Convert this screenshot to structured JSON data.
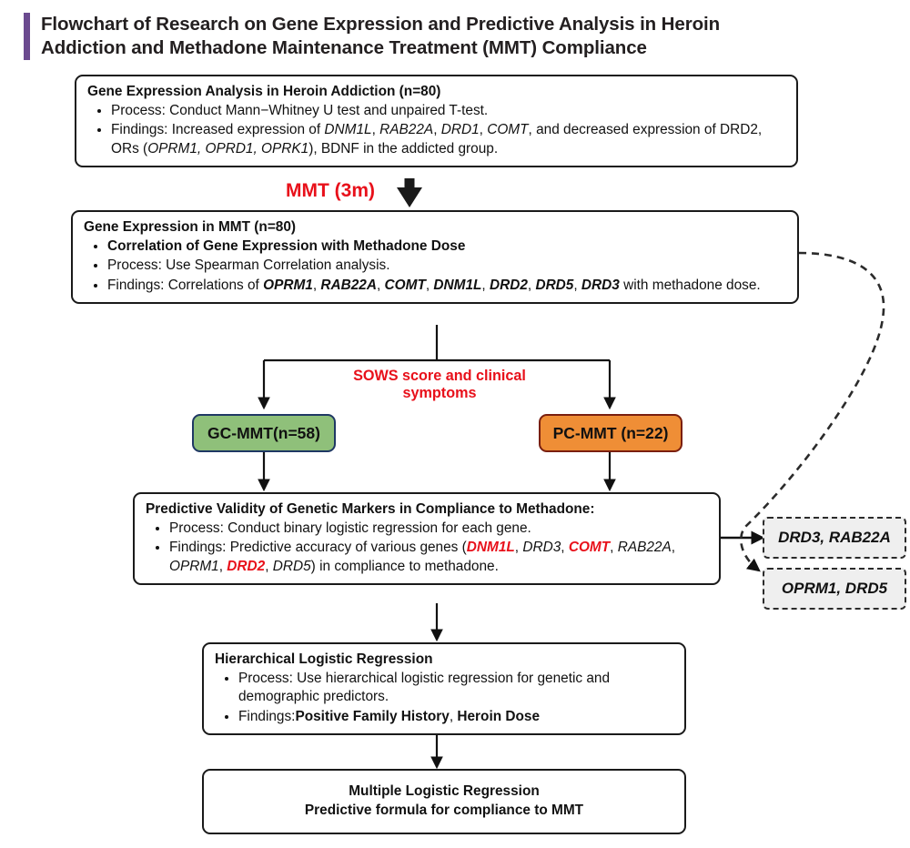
{
  "title": {
    "line1": "Flowchart of Research on Gene Expression and Predictive Analysis in Heroin",
    "line2": "Addiction and Methadone Maintenance Treatment (MMT) Compliance",
    "accent_color": "#6b4a8f"
  },
  "labels": {
    "mmt_transition": "MMT (3m)",
    "split_criterion": "SOWS score and clinical symptoms",
    "split_criterion_line1": "SOWS score and clinical",
    "split_criterion_line2": "symptoms",
    "accent_red": "#e8101a"
  },
  "nodes": {
    "gene_expression_addiction": {
      "header": "Gene Expression Analysis in Heroin Addiction (n=80)",
      "bullets": [
        "Process: Conduct Mann−Whitney U test and unpaired T-test.",
        "Findings: Increased expression of DNM1L, RAB22A, DRD1, COMT, and decreased expression of DRD2, ORs (OPRM1, OPRD1, OPRK1), BDNF in the addicted group."
      ],
      "italic_genes": [
        "DNM1L",
        "RAB22A",
        "DRD1",
        "COMT",
        "OPRM1",
        "OPRD1",
        "OPRK1"
      ]
    },
    "gene_expression_mmt": {
      "header": "Gene Expression in MMT (n=80)",
      "bullets": [
        "Correlation of Gene Expression with Methadone Dose",
        "Process: Use Spearman Correlation analysis.",
        "Findings: Correlations of OPRM1, RAB22A, COMT, DNM1L, DRD2, DRD5, DRD3 with methadone dose."
      ],
      "bold_genes": [
        "OPRM1",
        "RAB22A",
        "COMT",
        "DNM1L",
        "DRD2",
        "DRD5",
        "DRD3"
      ]
    },
    "gc_mmt": {
      "label": "GC-MMT(n=58)",
      "fill": "#8fc07a",
      "border": "#1f3864",
      "n": 58
    },
    "pc_mmt": {
      "label": "PC-MMT (n=22)",
      "fill": "#ef8e36",
      "border": "#7a1f0f",
      "n": 22
    },
    "predictive_validity": {
      "header": "Predictive Validity of Genetic Markers in Compliance to Methadone:",
      "bullets": [
        "Process: Conduct binary logistic regression for each gene.",
        "Findings: Predictive accuracy of various genes (DNM1L, DRD3, COMT, RAB22A, OPRM1, DRD2, DRD5) in compliance to methadone."
      ],
      "highlighted_genes": [
        "DNM1L",
        "COMT",
        "DRD2"
      ],
      "plain_genes": [
        "DRD3",
        "RAB22A",
        "OPRM1",
        "DRD5"
      ]
    },
    "hierarchical_regression": {
      "header": "Hierarchical Logistic Regression",
      "bullets": [
        "Process: Use hierarchical logistic regression for genetic and demographic predictors.",
        "Findings:Positive Family History, Heroin Dose"
      ],
      "bold_findings": [
        "Positive Family History",
        "Heroin Dose"
      ]
    },
    "multiple_regression": {
      "line1": "Multiple Logistic Regression",
      "line2": "Predictive formula for compliance to MMT"
    },
    "outcome_a": {
      "label": "DRD3, RAB22A"
    },
    "outcome_b": {
      "label": "OPRM1, DRD5"
    }
  }
}
